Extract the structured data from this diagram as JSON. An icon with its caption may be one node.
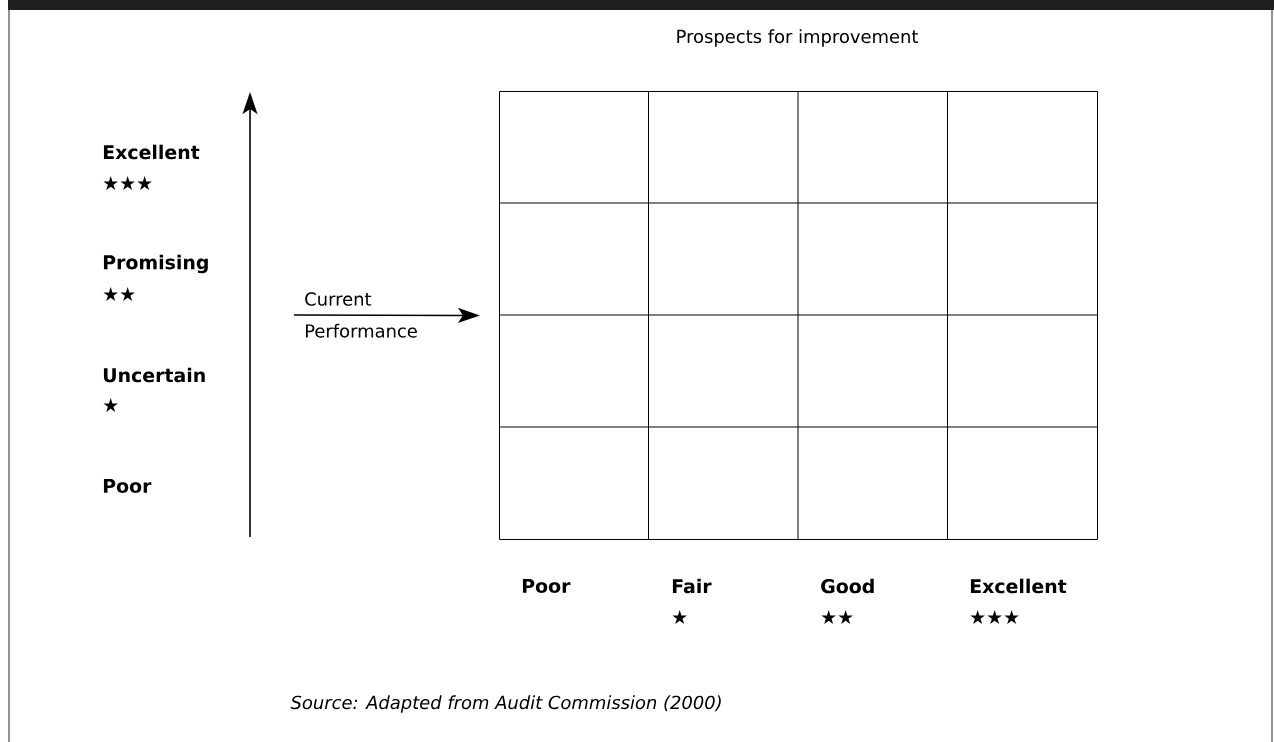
{
  "diagram": {
    "title": "Prospects for improvement",
    "caption": "Source: Adapted from Audit Commission (2000)",
    "nodes": [
      {
        "text": [],
        "shape": "box"
      },
      {
        "text": [
          "Current Performance"
        ]
      }
    ],
    "edges": [
      {
        "from": 1,
        "to": 0,
        "arrow": "to"
      }
    ],
    "labels": [
      "Excellent",
      "★★★",
      "Promising",
      "★★",
      "Uncertain",
      "★",
      "Poor",
      "Poor",
      "Fair",
      "★",
      "Good",
      "★★",
      "Excellent",
      "★★★"
    ]
  }
}
